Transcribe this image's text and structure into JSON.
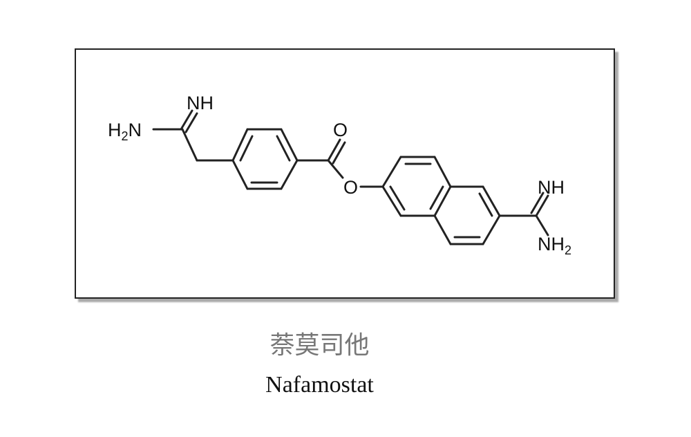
{
  "structure": {
    "atoms": {
      "amidine_left_nh": "NH",
      "amidine_left_h2n_h": "H",
      "amidine_left_h2n_sub": "2",
      "amidine_left_h2n_n": "N",
      "carbonyl_o": "O",
      "ester_o": "O",
      "amidine_right_nh": "NH",
      "amidine_right_nh2_main": "NH",
      "amidine_right_nh2_sub": "2"
    }
  },
  "caption": {
    "chinese_name": "萘莫司他",
    "english_name": "Nafamostat"
  }
}
